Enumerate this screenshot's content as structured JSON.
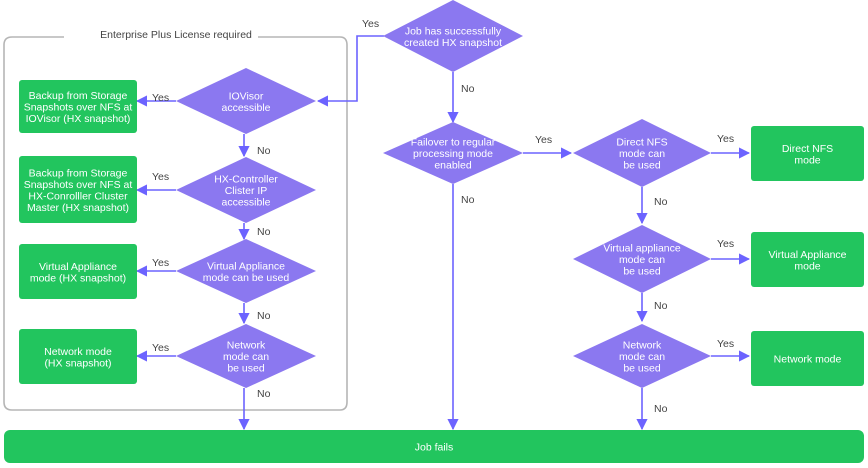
{
  "colors": {
    "decision": "#8b78f0",
    "outcome": "#22c55e",
    "connector": "#6c63ff",
    "frame": "#b5b5b5"
  },
  "group_title": "Enterprise Plus License required",
  "decisions": {
    "job_snapshot": [
      "Job has successfully",
      "created HX snapshot"
    ],
    "iovisor": [
      "IOVisor",
      "accessible"
    ],
    "hx_controller": [
      "HX-Controller",
      "Clister IP",
      "accessible"
    ],
    "va_left": [
      "Virtual Appliance",
      "mode can be used"
    ],
    "network_left": [
      "Network",
      "mode can",
      "be used"
    ],
    "failover": [
      "Failover to regular",
      "processing mode",
      "enabled"
    ],
    "direct_nfs": [
      "Direct NFS",
      "mode can",
      "be used"
    ],
    "va_right": [
      "Virtual appliance",
      "mode can",
      "be used"
    ],
    "network_right": [
      "Network",
      "mode can",
      "be used"
    ]
  },
  "outcomes": {
    "backup_iovisor": [
      "Backup from Storage",
      "Snapshots over NFS at",
      "IOVisor (HX snapshot)"
    ],
    "backup_cluster": [
      "Backup from Storage",
      "Snapshots over NFS at",
      "HX-Conrolller Cluster",
      "Master (HX snapshot)"
    ],
    "va_left": [
      "Virtual Appliance",
      "mode (HX snapshot)"
    ],
    "network_left": [
      "Network mode",
      "(HX snapshot)"
    ],
    "direct_nfs": [
      "Direct NFS",
      "mode"
    ],
    "va_right": [
      "Virtual Appliance",
      "mode"
    ],
    "network_right": [
      "Network mode"
    ],
    "job_fails": [
      "Job fails"
    ]
  },
  "labels": {
    "yes": "Yes",
    "no": "No"
  }
}
